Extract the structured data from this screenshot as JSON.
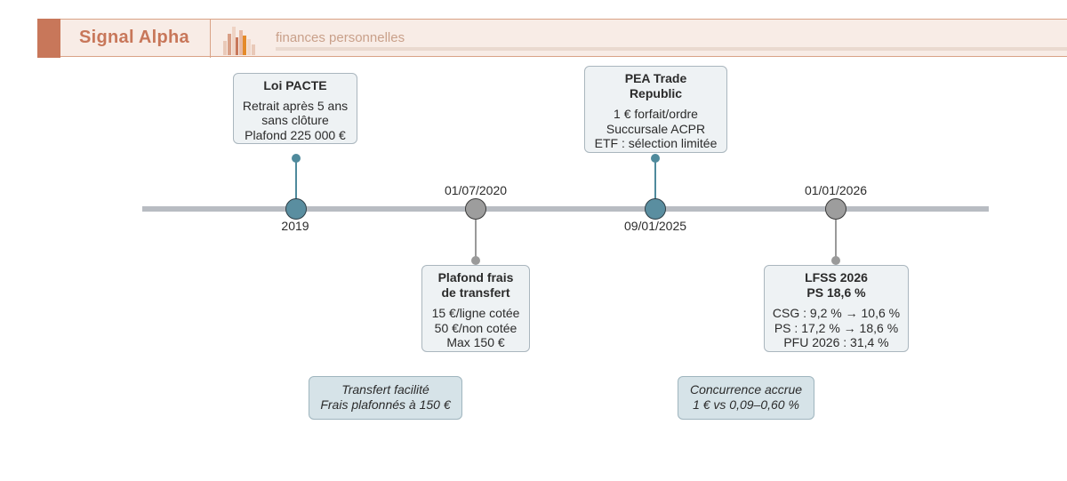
{
  "header": {
    "brand": "Signal Alpha",
    "tagline": "finances personnelles",
    "colors": {
      "accent": "#c8775a",
      "background": "#f8ece6"
    }
  },
  "timeline": {
    "events": [
      {
        "date": "2019",
        "title": "Loi PACTE",
        "lines": [
          "Retrait après 5 ans",
          "sans clôture",
          "Plafond 225 000 €"
        ],
        "color": "#5a8ea0"
      },
      {
        "date": "01/07/2020",
        "title_lines": [
          "Plafond frais",
          "de transfert"
        ],
        "lines": [
          "15 €/ligne cotée",
          "50 €/non cotée",
          "Max 150 €"
        ],
        "color": "#9d9d9d"
      },
      {
        "date": "09/01/2025",
        "title_lines": [
          "PEA Trade",
          "Republic"
        ],
        "lines": [
          "1 € forfait/ordre",
          "Succursale ACPR",
          "ETF : sélection limitée"
        ],
        "color": "#5a8ea0"
      },
      {
        "date": "01/01/2026",
        "title_lines": [
          "LFSS 2026",
          "PS 18,6 %"
        ],
        "lines": [
          "CSG : 9,2 % → 10,6 %",
          "PS : 17,2 % → 18,6 %",
          "PFU 2026 : 31,4 %"
        ],
        "color": "#9d9d9d"
      }
    ],
    "notes": [
      {
        "lines": [
          "Transfert facilité",
          "Frais plafonnés à 150 €"
        ]
      },
      {
        "lines": [
          "Concurrence accrue",
          "1 € vs 0,09–0,60 %"
        ]
      }
    ]
  }
}
